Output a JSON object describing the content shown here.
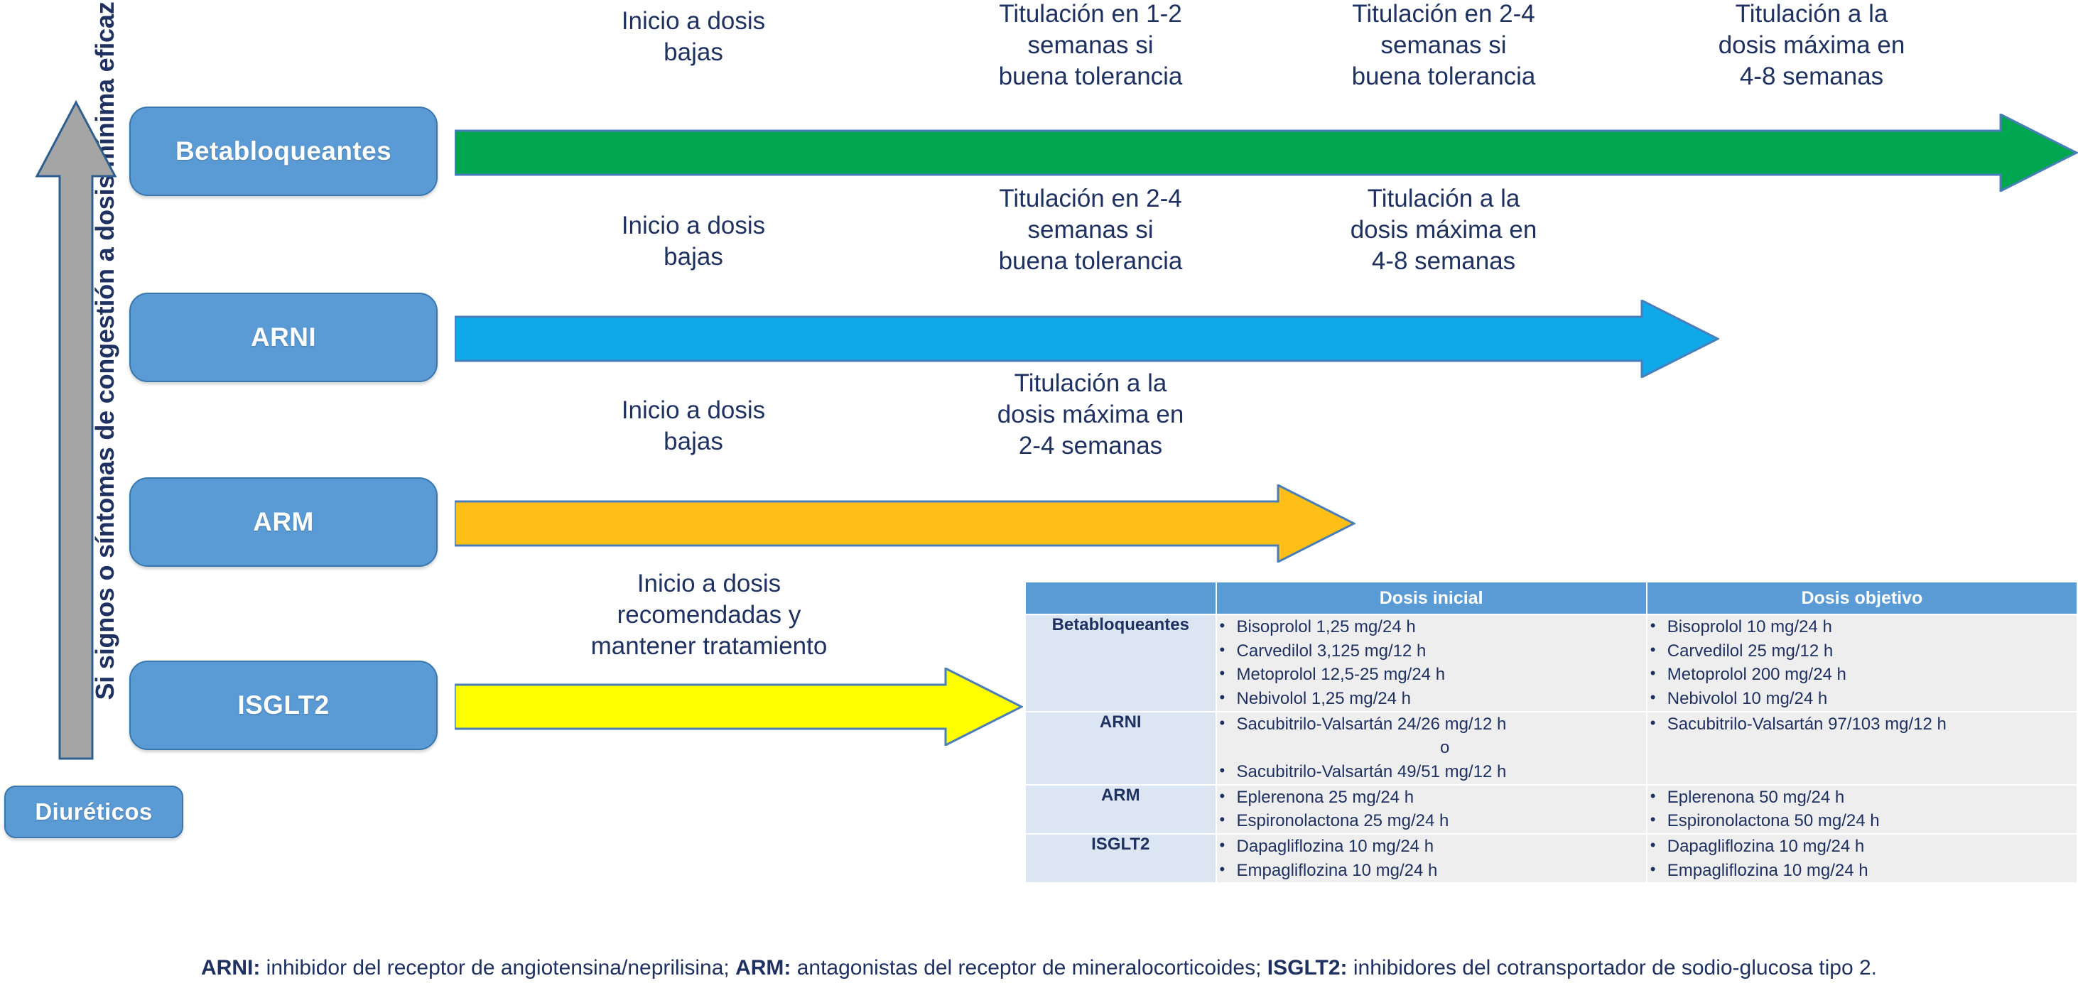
{
  "axis": {
    "vertical_label": "Si signos o síntomas de congestión a dosis mínima eficaz",
    "arrow_color": "#a5a5a5"
  },
  "diuretics": {
    "label": "Diuréticos"
  },
  "rows": [
    {
      "drug": "Betabloqueantes",
      "arrow_color": "#00a650",
      "captions": [
        "Inicio a dosis\nbajas",
        "Titulación en 1-2\nsemanas si\nbuena tolerancia",
        "Titulación en 2-4\nsemanas si\nbuena tolerancia",
        "Titulación a la\ndosis máxima en\n4-8 semanas"
      ]
    },
    {
      "drug": "ARNI",
      "arrow_color": "#0fa8e8",
      "captions": [
        "Inicio a dosis\nbajas",
        "Titulación en 2-4\nsemanas si\nbuena tolerancia",
        "Titulación a la\ndosis máxima en\n4-8 semanas"
      ]
    },
    {
      "drug": "ARM",
      "arrow_color": "#ffbf16",
      "captions": [
        "Inicio a dosis\nbajas",
        "Titulación a la\ndosis máxima en\n2-4 semanas"
      ]
    },
    {
      "drug": "ISGLT2",
      "arrow_color": "#ffff00",
      "captions": [
        "Inicio a dosis\nrecomendadas y\nmantener tratamiento"
      ]
    }
  ],
  "table": {
    "headers": [
      "",
      "Dosis inicial",
      "Dosis objetivo"
    ],
    "rows": [
      {
        "category": "Betabloqueantes",
        "initial": [
          {
            "text": "Bisoprolol 1,25 mg/24 h",
            "bullet": true
          },
          {
            "text": "Carvedilol 3,125 mg/12 h",
            "bullet": true
          },
          {
            "text": "Metoprolol 12,5-25 mg/24 h",
            "bullet": true
          },
          {
            "text": "Nebivolol 1,25 mg/24 h",
            "bullet": true
          }
        ],
        "target": [
          {
            "text": "Bisoprolol 10 mg/24 h",
            "bullet": true
          },
          {
            "text": "Carvedilol 25 mg/12 h",
            "bullet": true
          },
          {
            "text": "Metoprolol 200 mg/24 h",
            "bullet": true
          },
          {
            "text": "Nebivolol 10 mg/24 h",
            "bullet": true
          }
        ]
      },
      {
        "category": "ARNI",
        "initial": [
          {
            "text": "Sacubitrilo-Valsartán 24/26 mg/12 h",
            "bullet": true
          },
          {
            "text": "o",
            "bullet": false
          },
          {
            "text": "Sacubitrilo-Valsartán 49/51 mg/12 h",
            "bullet": true
          }
        ],
        "target": [
          {
            "text": "Sacubitrilo-Valsartán 97/103 mg/12 h",
            "bullet": true
          }
        ]
      },
      {
        "category": "ARM",
        "initial": [
          {
            "text": "Eplerenona 25 mg/24 h",
            "bullet": true
          },
          {
            "text": "Espironolactona 25 mg/24 h",
            "bullet": true
          }
        ],
        "target": [
          {
            "text": "Eplerenona 50 mg/24 h",
            "bullet": true
          },
          {
            "text": "Espironolactona 50 mg/24 h",
            "bullet": true
          }
        ]
      },
      {
        "category": "ISGLT2",
        "initial": [
          {
            "text": "Dapagliflozina 10 mg/24 h",
            "bullet": true
          },
          {
            "text": "Empagliflozina 10 mg/24 h",
            "bullet": true
          }
        ],
        "target": [
          {
            "text": "Dapagliflozina 10 mg/24 h",
            "bullet": true
          },
          {
            "text": "Empagliflozina 10 mg/24 h",
            "bullet": true
          }
        ]
      }
    ]
  },
  "footnote": {
    "parts": [
      {
        "text": "ARNI:",
        "bold": true
      },
      {
        "text": " inhibidor del receptor de angiotensina/neprilisina; ",
        "bold": false
      },
      {
        "text": "ARM:",
        "bold": true
      },
      {
        "text": " antagonistas del receptor de mineralocorticoides; ",
        "bold": false
      },
      {
        "text": "ISGLT2:",
        "bold": true
      },
      {
        "text": " inhibidores del cotransportador de sodio-glucosa tipo 2.",
        "bold": false
      }
    ]
  },
  "colors": {
    "box_fill": "#5b9bd5",
    "box_border": "#3a77ad",
    "text_navy": "#1f3160",
    "table_header": "#5b9bd5",
    "table_cat": "#dce6f2",
    "table_cell": "#eeeeee"
  }
}
